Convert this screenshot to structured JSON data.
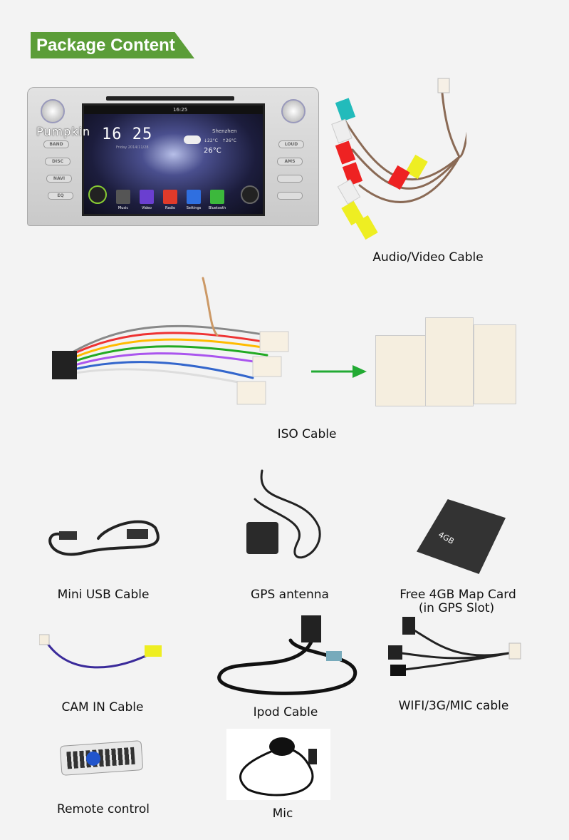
{
  "banner": {
    "title": "Package Content"
  },
  "head_unit": {
    "logo": "Pumpkin",
    "status_time": "16:25",
    "clock": "16 25",
    "date": "Friday 2014/11/28",
    "city": "Shenzhen",
    "low_temp": "↓22°C",
    "high_temp": "↑26°C",
    "current_temp": "26°C",
    "left_buttons": [
      "BAND",
      "DISC",
      "NAVI",
      "EQ"
    ],
    "right_buttons": [
      "LOUD",
      "AMS"
    ],
    "apps": [
      {
        "label": "Music",
        "color": "#555555"
      },
      {
        "label": "Video",
        "color": "#6a3fd0"
      },
      {
        "label": "Radio",
        "color": "#e03a2a"
      },
      {
        "label": "Settings",
        "color": "#2f6fe0"
      },
      {
        "label": "Bluetooth",
        "color": "#3cb83c"
      }
    ]
  },
  "items": {
    "av_cable": "Audio/Video Cable",
    "iso_cable": "ISO Cable",
    "mini_usb": "Mini USB Cable",
    "gps": "GPS antenna",
    "map_card_line1": "Free 4GB Map Card",
    "map_card_line2": "(in GPS Slot)",
    "map_card_text": "4GB",
    "cam_in": "CAM IN Cable",
    "ipod": "Ipod Cable",
    "wifi": "WIFI/3G/MIC cable",
    "remote": "Remote control",
    "mic": "Mic"
  },
  "colors": {
    "banner": "#5b9d38",
    "arrow": "#22aa33"
  }
}
